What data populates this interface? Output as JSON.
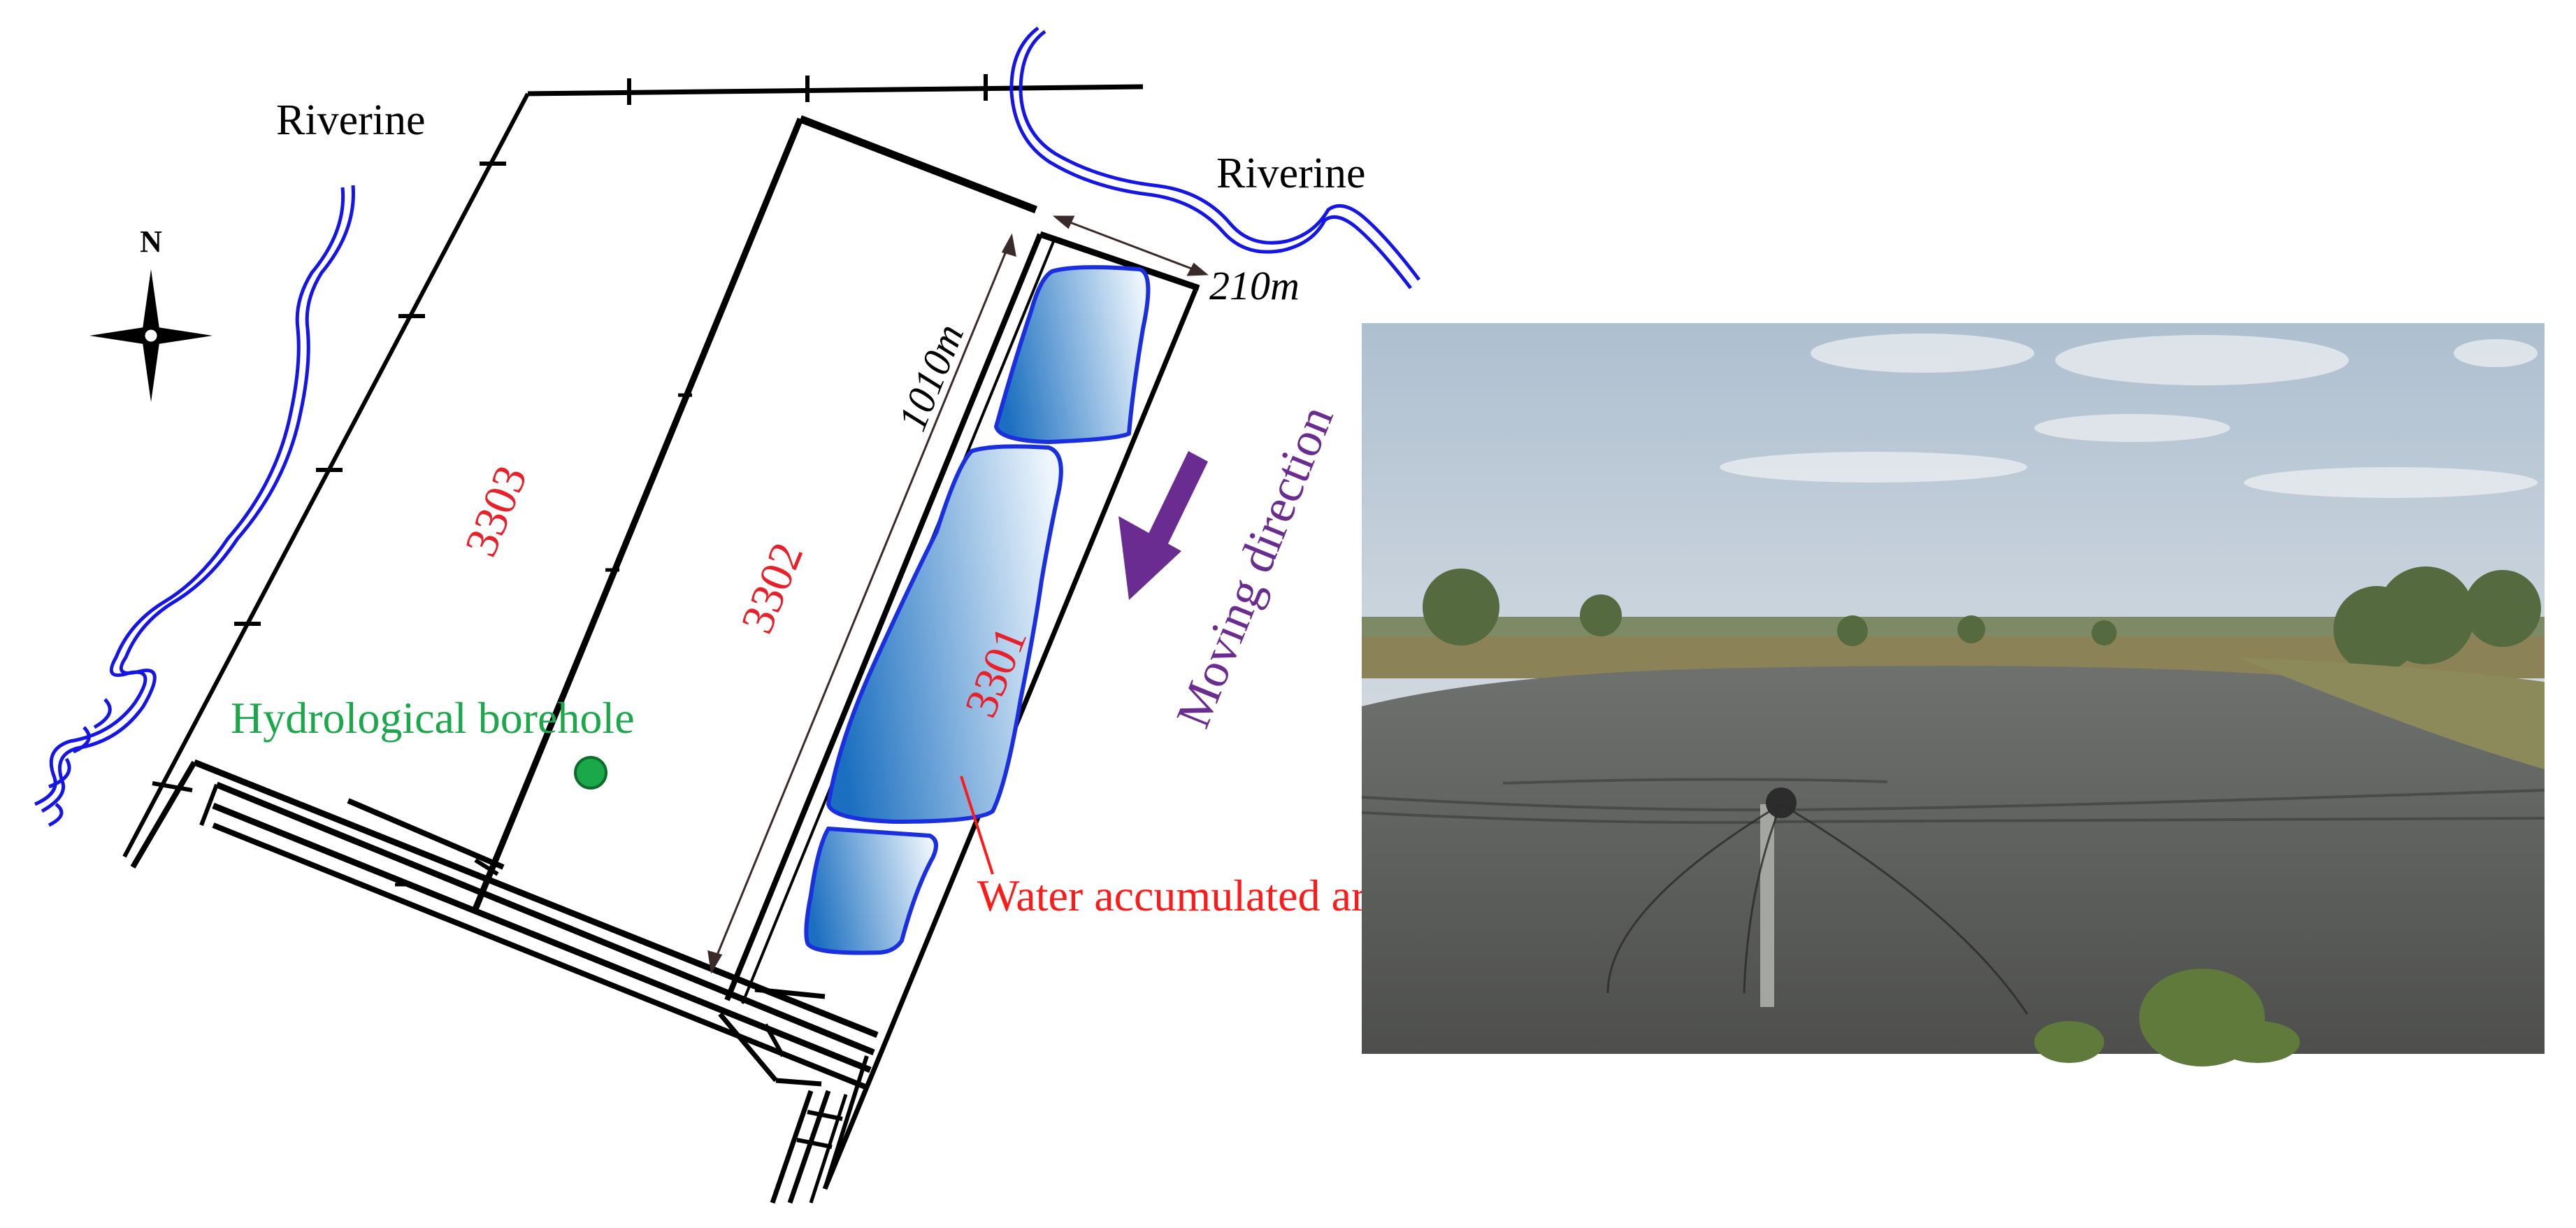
{
  "labels": {
    "riverine_left": "Riverine",
    "riverine_right": "Riverine",
    "north": "N",
    "width_dim": "210m",
    "length_dim": "1010m",
    "panel_3303": "3303",
    "panel_3302": "3302",
    "panel_3301": "3301",
    "moving_direction": "Moving direction",
    "borehole": "Hydrological borehole",
    "water_area": "Water accumulated area"
  },
  "colors": {
    "line": "#000000",
    "river": "#1515e8",
    "panel_label": "#e8202a",
    "water_label": "#ff1a1a",
    "borehole": "#1aa84a",
    "moving": "#6a2c91",
    "water_fill_dark": "#1b6fc0",
    "water_fill_light": "#eef6fd",
    "water_outline": "#1a2fe0",
    "dimension": "#3a2a2a"
  },
  "photo": {
    "description_icon": "flooded-field-photo"
  }
}
